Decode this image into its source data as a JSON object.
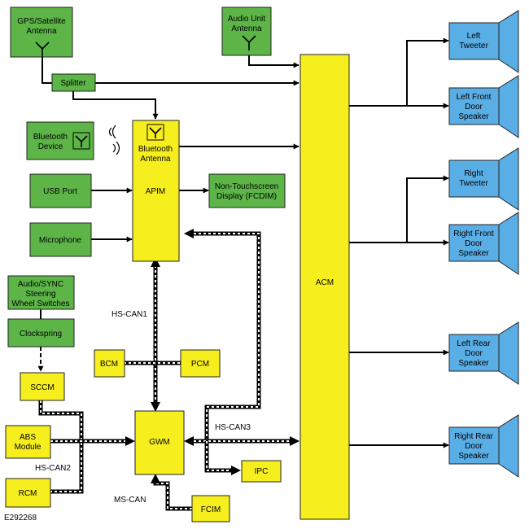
{
  "figure_id": "E292268",
  "blocks": {
    "gps_antenna": [
      "GPS/Satellite",
      "Antenna"
    ],
    "splitter": [
      "Splitter"
    ],
    "audio_unit_antenna": [
      "Audio Unit",
      "Antenna"
    ],
    "bluetooth_device": [
      "Bluetooth",
      "Device"
    ],
    "bluetooth_antenna": [
      "Bluetooth",
      "Antenna"
    ],
    "apim": [
      "APIM"
    ],
    "usb_port": [
      "USB Port"
    ],
    "non_touchscreen_display": [
      "Non-Touchscreen",
      "Display (FCDIM)"
    ],
    "microphone": [
      "Microphone"
    ],
    "steering_wheel_switches": [
      "Audio/SYNC",
      "Steering",
      "Wheel Switches"
    ],
    "clockspring": [
      "Clockspring"
    ],
    "sccm": [
      "SCCM"
    ],
    "abs_module": [
      "ABS",
      "Module"
    ],
    "rcm": [
      "RCM"
    ],
    "bcm": [
      "BCM"
    ],
    "pcm": [
      "PCM"
    ],
    "gwm": [
      "GWM"
    ],
    "ipc": [
      "IPC"
    ],
    "fcim": [
      "FCIM"
    ],
    "acm": [
      "ACM"
    ],
    "left_tweeter": [
      "Left",
      "Tweeter"
    ],
    "left_front_door_speaker": [
      "Left Front",
      "Door",
      "Speaker"
    ],
    "right_tweeter": [
      "Right",
      "Tweeter"
    ],
    "right_front_door_speaker": [
      "Right Front",
      "Door",
      "Speaker"
    ],
    "left_rear_door_speaker": [
      "Left Rear",
      "Door",
      "Speaker"
    ],
    "right_rear_door_speaker": [
      "Right Rear",
      "Door",
      "Speaker"
    ]
  },
  "bus_labels": {
    "hs_can1": "HS-CAN1",
    "hs_can2": "HS-CAN2",
    "hs_can3": "HS-CAN3",
    "ms_can": "MS-CAN"
  },
  "colors": {
    "input_device": "#5db548",
    "module": "#f6ee1d",
    "speaker": "#5aaee6"
  }
}
